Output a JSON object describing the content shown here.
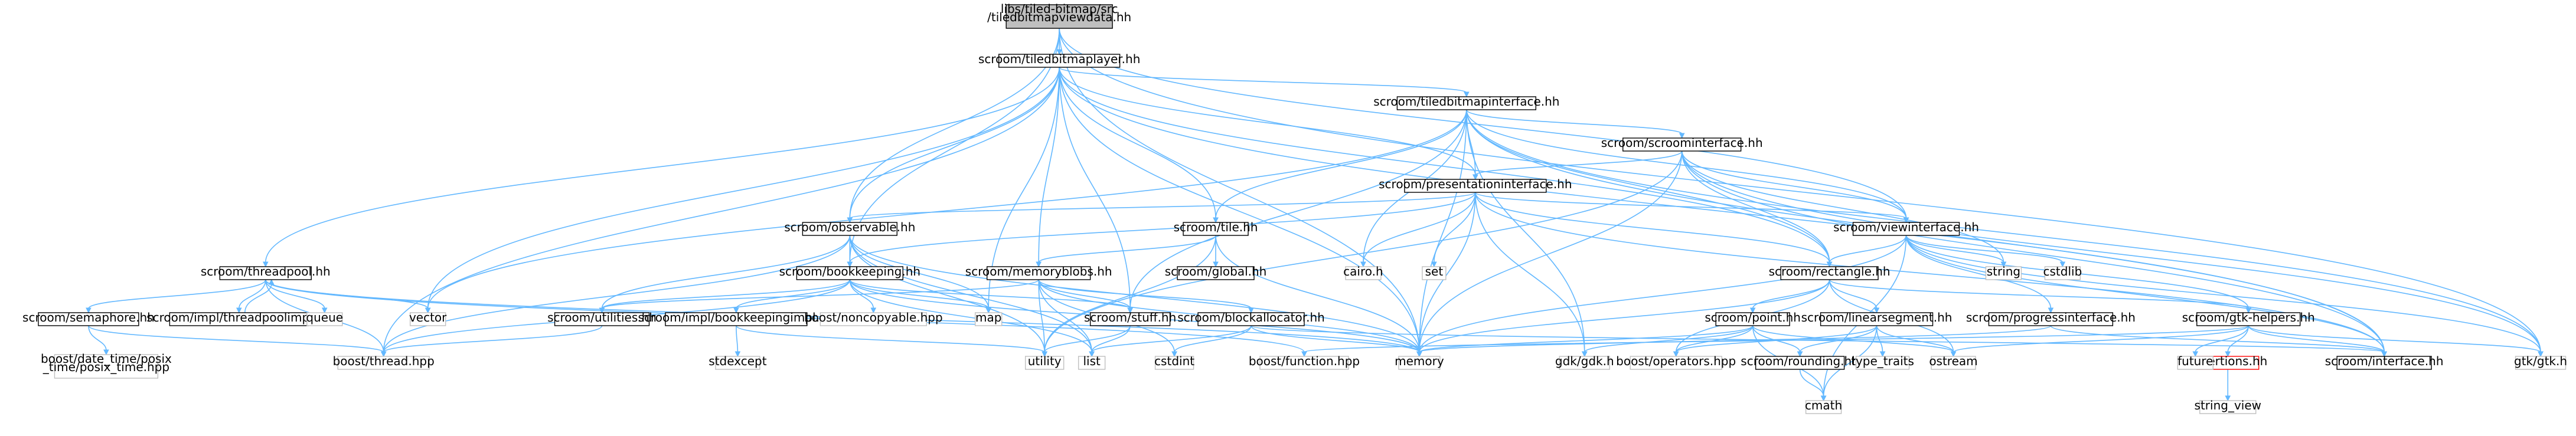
{
  "colors": {
    "root_fill": "#bfbfbf",
    "node_fill": "#ffffff",
    "node_border": "#000000",
    "external_border": "#bfbfbf",
    "broken_border": "#ff0000",
    "edge": "#63b8ff",
    "text": "#000000"
  },
  "nodes": {
    "root": {
      "lines": [
        "libs/tiled-bitmap/src",
        "/tiledbitmapviewdata.hh"
      ],
      "style": "root"
    },
    "tiledbitmaplayer": {
      "lines": [
        "scroom/tiledbitmaplayer.hh"
      ],
      "style": "internal"
    },
    "tiledbitmapinterface": {
      "lines": [
        "scroom/tiledbitmapinterface.hh"
      ],
      "style": "internal"
    },
    "scroominterface": {
      "lines": [
        "scroom/scroominterface.hh"
      ],
      "style": "internal"
    },
    "presentationinterface": {
      "lines": [
        "scroom/presentationinterface.hh"
      ],
      "style": "internal"
    },
    "observable": {
      "lines": [
        "scroom/observable.hh"
      ],
      "style": "internal"
    },
    "tile": {
      "lines": [
        "scroom/tile.hh"
      ],
      "style": "internal"
    },
    "viewinterface": {
      "lines": [
        "scroom/viewinterface.hh"
      ],
      "style": "internal"
    },
    "threadpool": {
      "lines": [
        "scroom/threadpool.hh"
      ],
      "style": "internal"
    },
    "bookkeeping": {
      "lines": [
        "scroom/bookkeeping.hh"
      ],
      "style": "internal"
    },
    "memoryblobs": {
      "lines": [
        "scroom/memoryblobs.hh"
      ],
      "style": "internal"
    },
    "global": {
      "lines": [
        "scroom/global.hh"
      ],
      "style": "internal"
    },
    "rectangle": {
      "lines": [
        "scroom/rectangle.hh"
      ],
      "style": "internal"
    },
    "semaphore": {
      "lines": [
        "scroom/semaphore.hh"
      ],
      "style": "internal"
    },
    "threadpoolimpl": {
      "lines": [
        "scroom/impl/threadpoolimpl.hh"
      ],
      "style": "internal"
    },
    "utilities": {
      "lines": [
        "scroom/utilities.hh"
      ],
      "style": "internal"
    },
    "bookkeepingimpl": {
      "lines": [
        "scroom/impl/bookkeepingimpl.hh"
      ],
      "style": "internal"
    },
    "stuff": {
      "lines": [
        "scroom/stuff.hh"
      ],
      "style": "internal"
    },
    "blockallocator": {
      "lines": [
        "scroom/blockallocator.hh"
      ],
      "style": "internal"
    },
    "point": {
      "lines": [
        "scroom/point.hh"
      ],
      "style": "internal"
    },
    "linearsegment": {
      "lines": [
        "scroom/linearsegment.hh"
      ],
      "style": "internal"
    },
    "progressinterface": {
      "lines": [
        "scroom/progressinterface.hh"
      ],
      "style": "internal"
    },
    "gtkhelpers": {
      "lines": [
        "scroom/gtk-helpers.hh"
      ],
      "style": "internal"
    },
    "assertions": {
      "lines": [
        "assertions.hh"
      ],
      "style": "broken"
    },
    "rounding": {
      "lines": [
        "scroom/rounding.hh"
      ],
      "style": "internal"
    },
    "interface": {
      "lines": [
        "scroom/interface.hh"
      ],
      "style": "internal"
    },
    "cairo": {
      "lines": [
        "cairo.h"
      ],
      "style": "external"
    },
    "set": {
      "lines": [
        "set"
      ],
      "style": "external"
    },
    "string": {
      "lines": [
        "string"
      ],
      "style": "external"
    },
    "cstdlib": {
      "lines": [
        "cstdlib"
      ],
      "style": "external"
    },
    "vector": {
      "lines": [
        "vector"
      ],
      "style": "external"
    },
    "queue": {
      "lines": [
        "queue"
      ],
      "style": "external"
    },
    "map": {
      "lines": [
        "map"
      ],
      "style": "external"
    },
    "boostnoncopyable": {
      "lines": [
        "boost/noncopyable.hpp"
      ],
      "style": "external"
    },
    "boostthread": {
      "lines": [
        "boost/thread.hpp"
      ],
      "style": "external"
    },
    "boostdatetime": {
      "lines": [
        "boost/date_time/posix",
        "_time/posix_time.hpp"
      ],
      "style": "external"
    },
    "stdexcept": {
      "lines": [
        "stdexcept"
      ],
      "style": "external"
    },
    "utility": {
      "lines": [
        "utility"
      ],
      "style": "external"
    },
    "list": {
      "lines": [
        "list"
      ],
      "style": "external"
    },
    "cstdint": {
      "lines": [
        "cstdint"
      ],
      "style": "external"
    },
    "boostfunction": {
      "lines": [
        "boost/function.hpp"
      ],
      "style": "external"
    },
    "memory": {
      "lines": [
        "memory"
      ],
      "style": "external"
    },
    "gdkgdk": {
      "lines": [
        "gdk/gdk.h"
      ],
      "style": "external"
    },
    "boostoperators": {
      "lines": [
        "boost/operators.hpp"
      ],
      "style": "external"
    },
    "typetraits": {
      "lines": [
        "type_traits"
      ],
      "style": "external"
    },
    "ostream": {
      "lines": [
        "ostream"
      ],
      "style": "external"
    },
    "cmath": {
      "lines": [
        "cmath"
      ],
      "style": "external"
    },
    "future": {
      "lines": [
        "future"
      ],
      "style": "external"
    },
    "gtkgtk": {
      "lines": [
        "gtk/gtk.h"
      ],
      "style": "external"
    },
    "stringview": {
      "lines": [
        "string_view"
      ],
      "style": "external"
    }
  },
  "edges": [
    [
      "root",
      "tiledbitmaplayer"
    ],
    [
      "root",
      "memory"
    ],
    [
      "root",
      "viewinterface"
    ],
    [
      "root",
      "observable"
    ],
    [
      "root",
      "bookkeeping"
    ],
    [
      "root",
      "gtkgtk"
    ],
    [
      "tiledbitmaplayer",
      "tiledbitmapinterface"
    ],
    [
      "tiledbitmaplayer",
      "presentationinterface"
    ],
    [
      "tiledbitmaplayer",
      "observable"
    ],
    [
      "tiledbitmaplayer",
      "tile"
    ],
    [
      "tiledbitmaplayer",
      "threadpool"
    ],
    [
      "tiledbitmaplayer",
      "memoryblobs"
    ],
    [
      "tiledbitmaplayer",
      "stuff"
    ],
    [
      "tiledbitmaplayer",
      "vector"
    ],
    [
      "tiledbitmaplayer",
      "map"
    ],
    [
      "tiledbitmaplayer",
      "boostthread"
    ],
    [
      "tiledbitmaplayer",
      "memory"
    ],
    [
      "tiledbitmaplayer",
      "rectangle"
    ],
    [
      "tiledbitmaplayer",
      "interface"
    ],
    [
      "tiledbitmapinterface",
      "scroominterface"
    ],
    [
      "tiledbitmapinterface",
      "presentationinterface"
    ],
    [
      "tiledbitmapinterface",
      "tile"
    ],
    [
      "tiledbitmapinterface",
      "cairo"
    ],
    [
      "tiledbitmapinterface",
      "gdkgdk"
    ],
    [
      "tiledbitmapinterface",
      "memory"
    ],
    [
      "tiledbitmapinterface",
      "viewinterface"
    ],
    [
      "tiledbitmapinterface",
      "rectangle"
    ],
    [
      "tiledbitmapinterface",
      "interface"
    ],
    [
      "tiledbitmapinterface",
      "stuff"
    ],
    [
      "tiledbitmapinterface",
      "gtkgtk"
    ],
    [
      "tiledbitmapinterface",
      "vector"
    ],
    [
      "scroominterface",
      "presentationinterface"
    ],
    [
      "scroominterface",
      "viewinterface"
    ],
    [
      "scroominterface",
      "gtkgtk"
    ],
    [
      "scroominterface",
      "string"
    ],
    [
      "scroominterface",
      "memory"
    ],
    [
      "scroominterface",
      "rectangle"
    ],
    [
      "scroominterface",
      "interface"
    ],
    [
      "scroominterface",
      "utility"
    ],
    [
      "presentationinterface",
      "observable"
    ],
    [
      "presentationinterface",
      "viewinterface"
    ],
    [
      "presentationinterface",
      "rectangle"
    ],
    [
      "presentationinterface",
      "cairo"
    ],
    [
      "presentationinterface",
      "set"
    ],
    [
      "presentationinterface",
      "gdkgdk"
    ],
    [
      "presentationinterface",
      "memory"
    ],
    [
      "presentationinterface",
      "interface"
    ],
    [
      "presentationinterface",
      "bookkeeping"
    ],
    [
      "observable",
      "bookkeeping"
    ],
    [
      "observable",
      "utilities"
    ],
    [
      "observable",
      "map"
    ],
    [
      "observable",
      "list"
    ],
    [
      "observable",
      "memory"
    ],
    [
      "observable",
      "boostthread"
    ],
    [
      "observable",
      "utility"
    ],
    [
      "tile",
      "global"
    ],
    [
      "tile",
      "memoryblobs"
    ],
    [
      "tile",
      "memory"
    ],
    [
      "tile",
      "utility"
    ],
    [
      "viewinterface",
      "rectangle"
    ],
    [
      "viewinterface",
      "progressinterface"
    ],
    [
      "viewinterface",
      "gtkhelpers"
    ],
    [
      "viewinterface",
      "cstdlib"
    ],
    [
      "viewinterface",
      "string"
    ],
    [
      "viewinterface",
      "interface"
    ],
    [
      "viewinterface",
      "gtkgtk"
    ],
    [
      "viewinterface",
      "memory"
    ],
    [
      "viewinterface",
      "cmath"
    ],
    [
      "threadpool",
      "semaphore"
    ],
    [
      "threadpool",
      "threadpoolimpl"
    ],
    [
      "threadpool",
      "queue"
    ],
    [
      "threadpool",
      "vector"
    ],
    [
      "threadpool",
      "boostthread"
    ],
    [
      "threadpool",
      "memory"
    ],
    [
      "threadpool",
      "boostfunction"
    ],
    [
      "threadpoolimpl",
      "threadpool"
    ],
    [
      "bookkeeping",
      "utilities"
    ],
    [
      "bookkeeping",
      "bookkeepingimpl"
    ],
    [
      "bookkeeping",
      "boostnoncopyable"
    ],
    [
      "bookkeeping",
      "map"
    ],
    [
      "bookkeeping",
      "list"
    ],
    [
      "bookkeeping",
      "memory"
    ],
    [
      "bookkeeping",
      "stuff"
    ],
    [
      "bookkeeping",
      "boostthread"
    ],
    [
      "memoryblobs",
      "stuff"
    ],
    [
      "memoryblobs",
      "blockallocator"
    ],
    [
      "memoryblobs",
      "utilities"
    ],
    [
      "memoryblobs",
      "utility"
    ],
    [
      "memoryblobs",
      "list"
    ],
    [
      "memoryblobs",
      "cstdint"
    ],
    [
      "memoryblobs",
      "memory"
    ],
    [
      "rectangle",
      "point"
    ],
    [
      "rectangle",
      "linearsegment"
    ],
    [
      "rectangle",
      "gtkhelpers"
    ],
    [
      "rectangle",
      "boostoperators"
    ],
    [
      "rectangle",
      "ostream"
    ],
    [
      "rectangle",
      "memory"
    ],
    [
      "semaphore",
      "boostdatetime"
    ],
    [
      "semaphore",
      "boostthread"
    ],
    [
      "utilities",
      "boostthread"
    ],
    [
      "bookkeepingimpl",
      "stdexcept"
    ],
    [
      "bookkeepingimpl",
      "utility"
    ],
    [
      "stuff",
      "list"
    ],
    [
      "stuff",
      "utility"
    ],
    [
      "blockallocator",
      "list"
    ],
    [
      "blockallocator",
      "cstdint"
    ],
    [
      "blockallocator",
      "memory"
    ],
    [
      "blockallocator",
      "interface"
    ],
    [
      "point",
      "gdkgdk"
    ],
    [
      "point",
      "boostoperators"
    ],
    [
      "point",
      "rounding"
    ],
    [
      "point",
      "cmath"
    ],
    [
      "point",
      "ostream"
    ],
    [
      "point",
      "memory"
    ],
    [
      "linearsegment",
      "rounding"
    ],
    [
      "linearsegment",
      "boostoperators"
    ],
    [
      "linearsegment",
      "typetraits"
    ],
    [
      "linearsegment",
      "ostream"
    ],
    [
      "linearsegment",
      "cmath"
    ],
    [
      "progressinterface",
      "memory"
    ],
    [
      "progressinterface",
      "interface"
    ],
    [
      "gtkhelpers",
      "assertions"
    ],
    [
      "gtkhelpers",
      "future"
    ],
    [
      "gtkhelpers",
      "gtkgtk"
    ],
    [
      "gtkhelpers",
      "ostream"
    ],
    [
      "gtkhelpers",
      "interface"
    ],
    [
      "gtkhelpers",
      "boostfunction"
    ],
    [
      "assertions",
      "stringview"
    ],
    [
      "rounding",
      "cmath"
    ]
  ]
}
